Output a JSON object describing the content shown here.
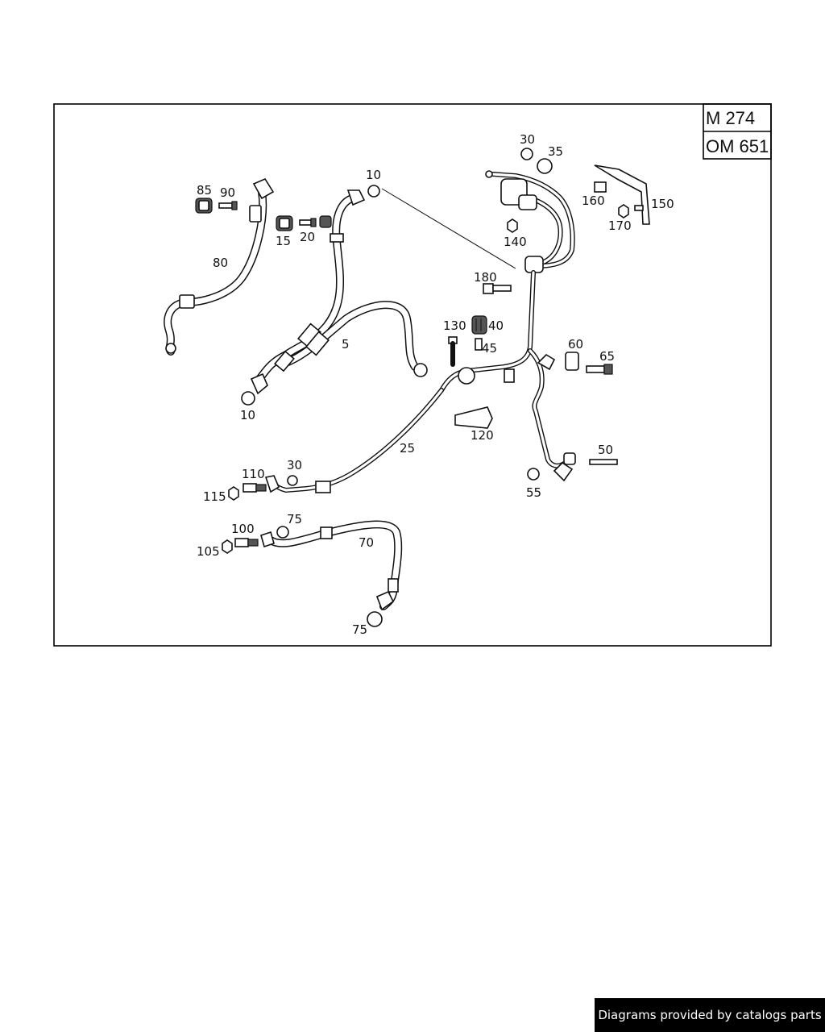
{
  "engines": [
    "M 274",
    "OM 651"
  ],
  "labels": {
    "p5": "5",
    "p10a": "10",
    "p10b": "10",
    "p15": "15",
    "p20": "20",
    "p25": "25",
    "p30a": "30",
    "p30b": "30",
    "p35": "35",
    "p40": "40",
    "p45": "45",
    "p50": "50",
    "p55": "55",
    "p60": "60",
    "p65": "65",
    "p70": "70",
    "p75a": "75",
    "p75b": "75",
    "p80": "80",
    "p85": "85",
    "p90": "90",
    "p100": "100",
    "p105": "105",
    "p110": "110",
    "p115": "115",
    "p120": "120",
    "p130": "130",
    "p140": "140",
    "p150": "150",
    "p160": "160",
    "p170": "170",
    "p180": "180"
  },
  "credit": "Diagrams provided by catalogs parts"
}
